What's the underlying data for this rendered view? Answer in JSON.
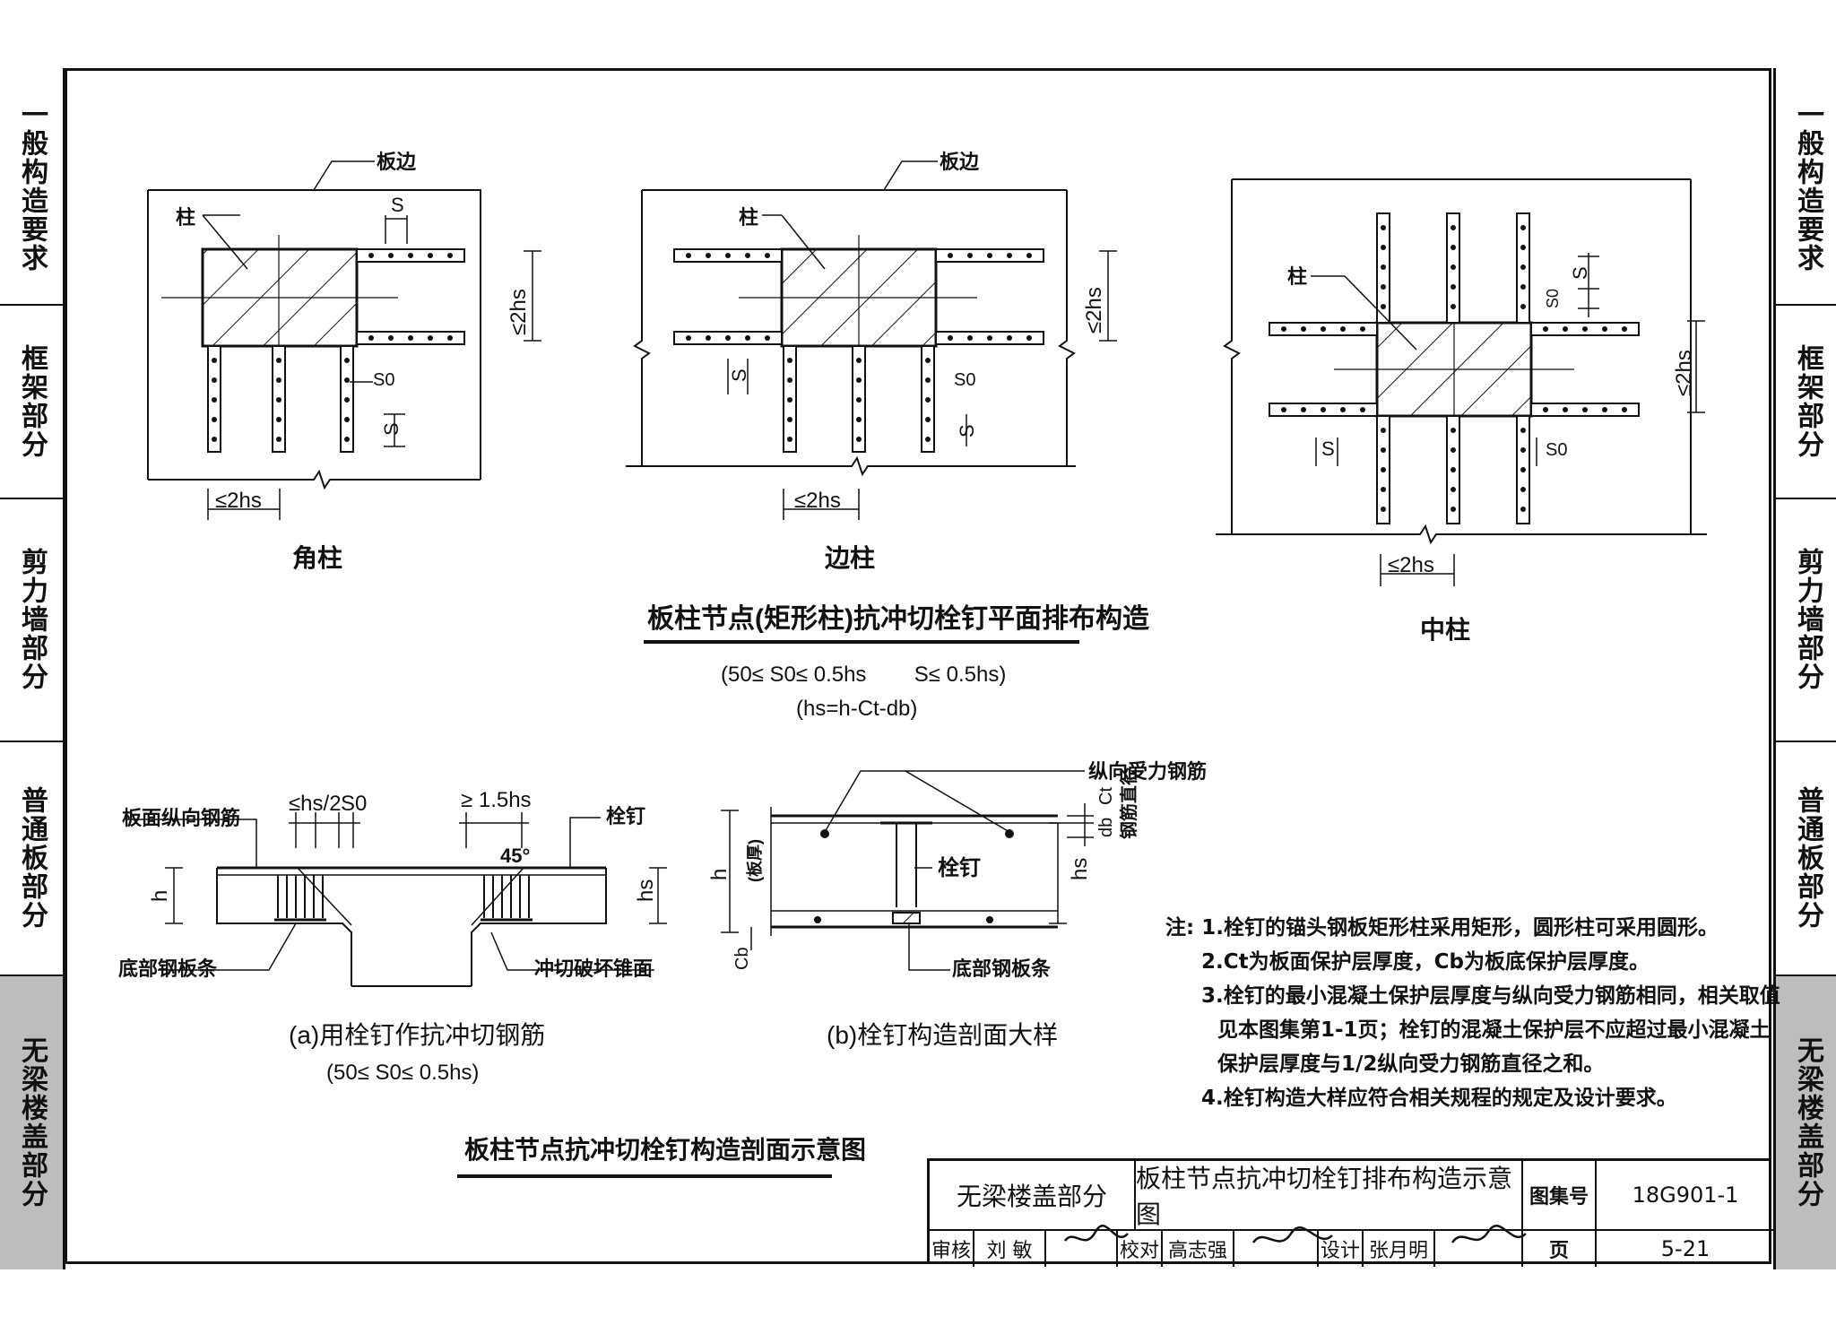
{
  "side_tabs": {
    "left": [
      {
        "label": "一般构造要求",
        "active": false
      },
      {
        "label": "框架部分",
        "active": false
      },
      {
        "label": "剪力墙部分",
        "active": false
      },
      {
        "label": "普通板部分",
        "active": false
      },
      {
        "label": "无梁楼盖部分",
        "active": true
      }
    ],
    "right": [
      {
        "label": "一般构造要求",
        "active": false
      },
      {
        "label": "框架部分",
        "active": false
      },
      {
        "label": "剪力墙部分",
        "active": false
      },
      {
        "label": "普通板部分",
        "active": false
      },
      {
        "label": "无梁楼盖部分",
        "active": true
      }
    ],
    "active_color": "#bdbdbd"
  },
  "plan_views": {
    "slab_edge": "板边",
    "column": "柱",
    "dim_s": "S",
    "dim_s0": "S0",
    "dim_2hs": "≤2hs",
    "dim_2hs_h": "≤ 2hs",
    "corner_label": "角柱",
    "edge_label": "边柱",
    "middle_label": "中柱",
    "section_title": "板柱节点(矩形柱)抗冲切栓钉平面排布构造",
    "formula1": "(50≤ S0≤ 0.5hs        S≤ 0.5hs)",
    "formula2": "(hs=h-Ct-db)"
  },
  "section_a": {
    "top_rebar": "板面纵向钢筋",
    "dim_hs2": "≤hs/2",
    "dim_s0": "S0",
    "dim_15hs": "≥ 1.5hs",
    "stud": "栓钉",
    "angle": "45°",
    "h": "h",
    "hs": "hs",
    "bottom_strip": "底部钢板条",
    "punch_face": "冲切破坏锥面",
    "caption": "(a)用栓钉作抗冲切钢筋",
    "caption2": "(50≤ S0≤ 0.5hs)"
  },
  "section_b": {
    "long_rebar": "纵向受力钢筋",
    "ct": "Ct",
    "db": "db",
    "rebar_dia": "钢筋直径",
    "h": "h",
    "thickness": "(板厚)",
    "stud": "栓钉",
    "hs": "hs",
    "cb": "Cb",
    "bottom_strip": "底部钢板条",
    "caption": "(b)栓钉构造剖面大样"
  },
  "section_title_main": "板柱节点抗冲切栓钉构造剖面示意图",
  "notes": {
    "prefix": "注:",
    "lines": [
      "1.栓钉的锚头钢板矩形柱采用矩形，圆形柱可采用圆形。",
      "2.Ct为板面保护层厚度，Cb为板底保护层厚度。",
      "3.栓钉的最小混凝土保护层厚度与纵向受力钢筋相同，相关取值",
      "见本图集第1-1页；栓钉的混凝土保护层不应超过最小混凝土",
      "保护层厚度与1/2纵向受力钢筋直径之和。",
      "4.栓钉构造大样应符合相关规程的规定及设计要求。"
    ]
  },
  "title_block": {
    "section": "无梁楼盖部分",
    "title": "板柱节点抗冲切栓钉排布构造示意图",
    "atlas_label": "图集号",
    "atlas_no": "18G901-1",
    "review_label": "审核",
    "reviewer": "刘  敏",
    "check_label": "校对",
    "checker": "高志强",
    "design_label": "设计",
    "designer": "张月明",
    "page_label": "页",
    "page_no": "5-21"
  }
}
